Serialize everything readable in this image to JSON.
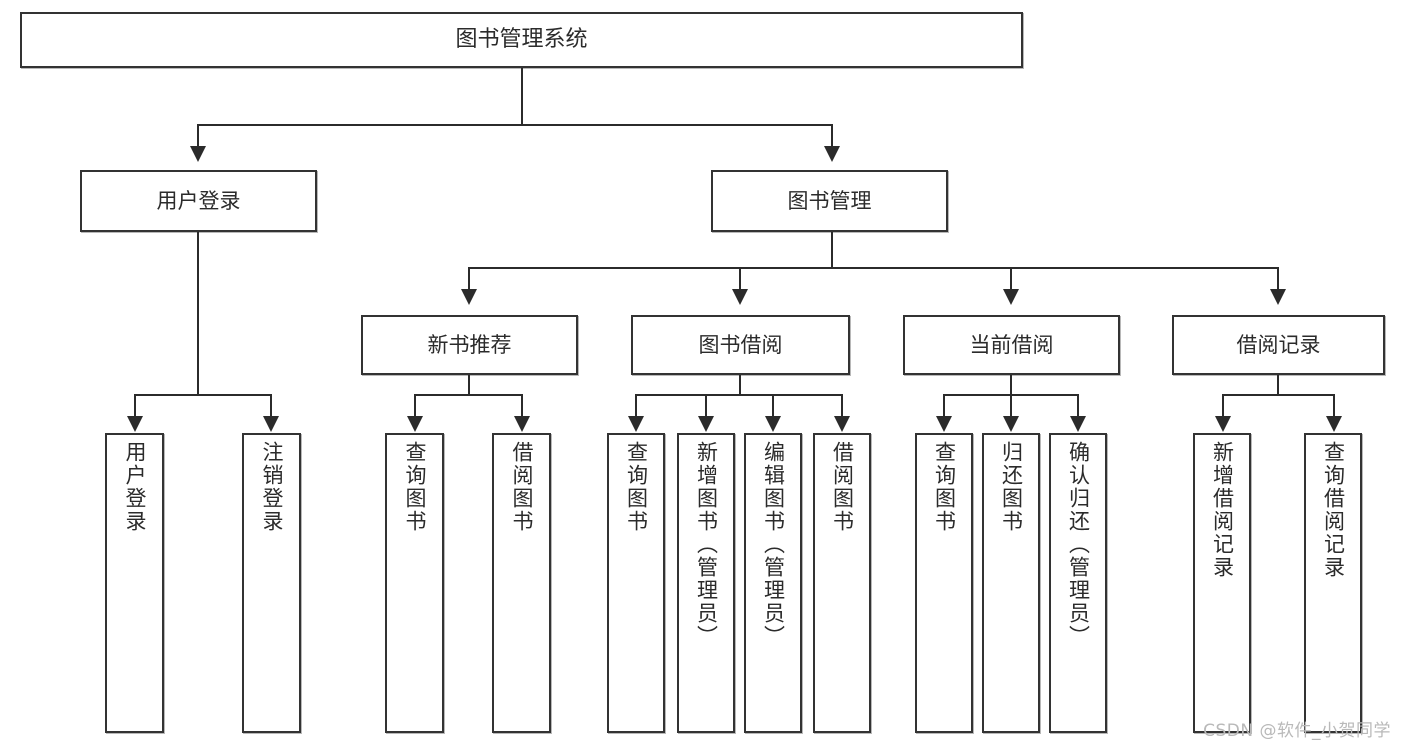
{
  "diagram": {
    "title": "图书管理系统",
    "watermark": "CSDN @软件_小贺同学",
    "root": {
      "label": "图书管理系统"
    },
    "level2": [
      {
        "label": "用户登录"
      },
      {
        "label": "图书管理"
      }
    ],
    "level3": [
      {
        "label": "新书推荐"
      },
      {
        "label": "图书借阅"
      },
      {
        "label": "当前借阅"
      },
      {
        "label": "借阅记录"
      }
    ],
    "leaves": {
      "user_login": [
        {
          "label": "用户登录"
        },
        {
          "label": "注销登录"
        }
      ],
      "new_book_recommend": [
        {
          "label": "查询图书"
        },
        {
          "label": "借阅图书"
        }
      ],
      "book_borrow": [
        {
          "label": "查询图书"
        },
        {
          "label": "新增图书（管理员）"
        },
        {
          "label": "编辑图书（管理员）"
        },
        {
          "label": "借阅图书"
        }
      ],
      "current_borrow": [
        {
          "label": "查询图书"
        },
        {
          "label": "归还图书"
        },
        {
          "label": "确认归还（管理员）"
        }
      ],
      "borrow_record": [
        {
          "label": "新增借阅记录"
        },
        {
          "label": "查询借阅记录"
        }
      ]
    }
  },
  "colors": {
    "stroke": "#333333",
    "text": "#2b2b2b",
    "background": "#ffffff",
    "watermark": "#b9b9b9"
  }
}
